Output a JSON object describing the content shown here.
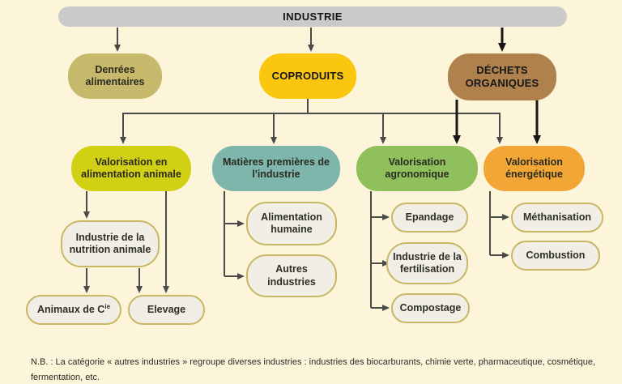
{
  "colors": {
    "background": "#fcf5da",
    "connector_gray": "#4a4a4a",
    "connector_black": "#161616",
    "leaf_fill": "#f1eee5",
    "leaf_border": "#c9b766"
  },
  "root": {
    "label": "INDUSTRIE",
    "color": "#cbcac9"
  },
  "level1": {
    "denrees": {
      "label": "Denrées alimentaires",
      "color": "#c6b96c"
    },
    "coproduits": {
      "label": "COPRODUITS",
      "color": "#fbc60f"
    },
    "dechets": {
      "label": "DÉCHETS ORGANIQUES",
      "color": "#af824d"
    }
  },
  "level2": {
    "alim_animale": {
      "label": "Valorisation en alimentation animale",
      "color": "#d2d014"
    },
    "matieres": {
      "label": "Matières premières de l'industrie",
      "color": "#7eb6ac"
    },
    "agronomique": {
      "label": "Valorisation agronomique",
      "color": "#8fc05b"
    },
    "energetique": {
      "label": "Valorisation énergétique",
      "color": "#f1a636"
    }
  },
  "leaves": {
    "nutrition": {
      "label": "Industrie de la nutrition animale"
    },
    "animaux": {
      "label": "Animaux de C",
      "sup": "ie"
    },
    "elevage": {
      "label": "Elevage"
    },
    "alim_humaine": {
      "label": "Alimentation humaine"
    },
    "autres": {
      "label": "Autres industries"
    },
    "epandage": {
      "label": "Epandage"
    },
    "fertilisation": {
      "label": "Industrie de la fertilisation"
    },
    "compostage": {
      "label": "Compostage"
    },
    "methanisation": {
      "label": "Méthanisation"
    },
    "combustion": {
      "label": "Combustion"
    }
  },
  "footnote": "N.B. : La catégorie « autres industries » regroupe diverses industries : industries des biocarburants, chimie verte, pharmaceutique, cosmétique, fermentation, etc."
}
